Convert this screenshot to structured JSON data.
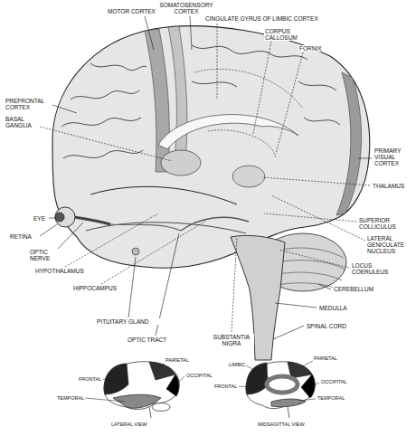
{
  "diagram": {
    "labels": [
      "MOTOR CORTEX",
      "SOMATOSENSORY CORTEX",
      "CINGULATE GYRUS OF LIMBIC CORTEX",
      "CORPUS CALLOSUM",
      "FORNIX",
      "PREFRONTAL CORTEX",
      "BASAL GANGLIA",
      "PRIMARY VISUAL CORTEX",
      "THALAMUS",
      "EYE",
      "RETINA",
      "OPTIC NERVE",
      "HYPOTHALAMUS",
      "HIPPOCAMPUS",
      "PITUITARY GLAND",
      "OPTIC TRACT",
      "SUBSTANTIA NIGRA",
      "SUPERIOR COLLICULUS",
      "LATERAL GENICULATE NUCLEUS",
      "LOCUS COERULEUS",
      "CEREBELLUM",
      "MEDULLA",
      "SPINAL CORD",
      "FRONTAL",
      "PARIETAL",
      "OCCIPITAL",
      "TEMPORAL",
      "LATERAL VIEW",
      "LIMBIC",
      "PARIETAL",
      "FRONTAL",
      "OCCIPITAL",
      "TEMPORAL",
      "MIDSAGITTAL VIEW"
    ]
  }
}
